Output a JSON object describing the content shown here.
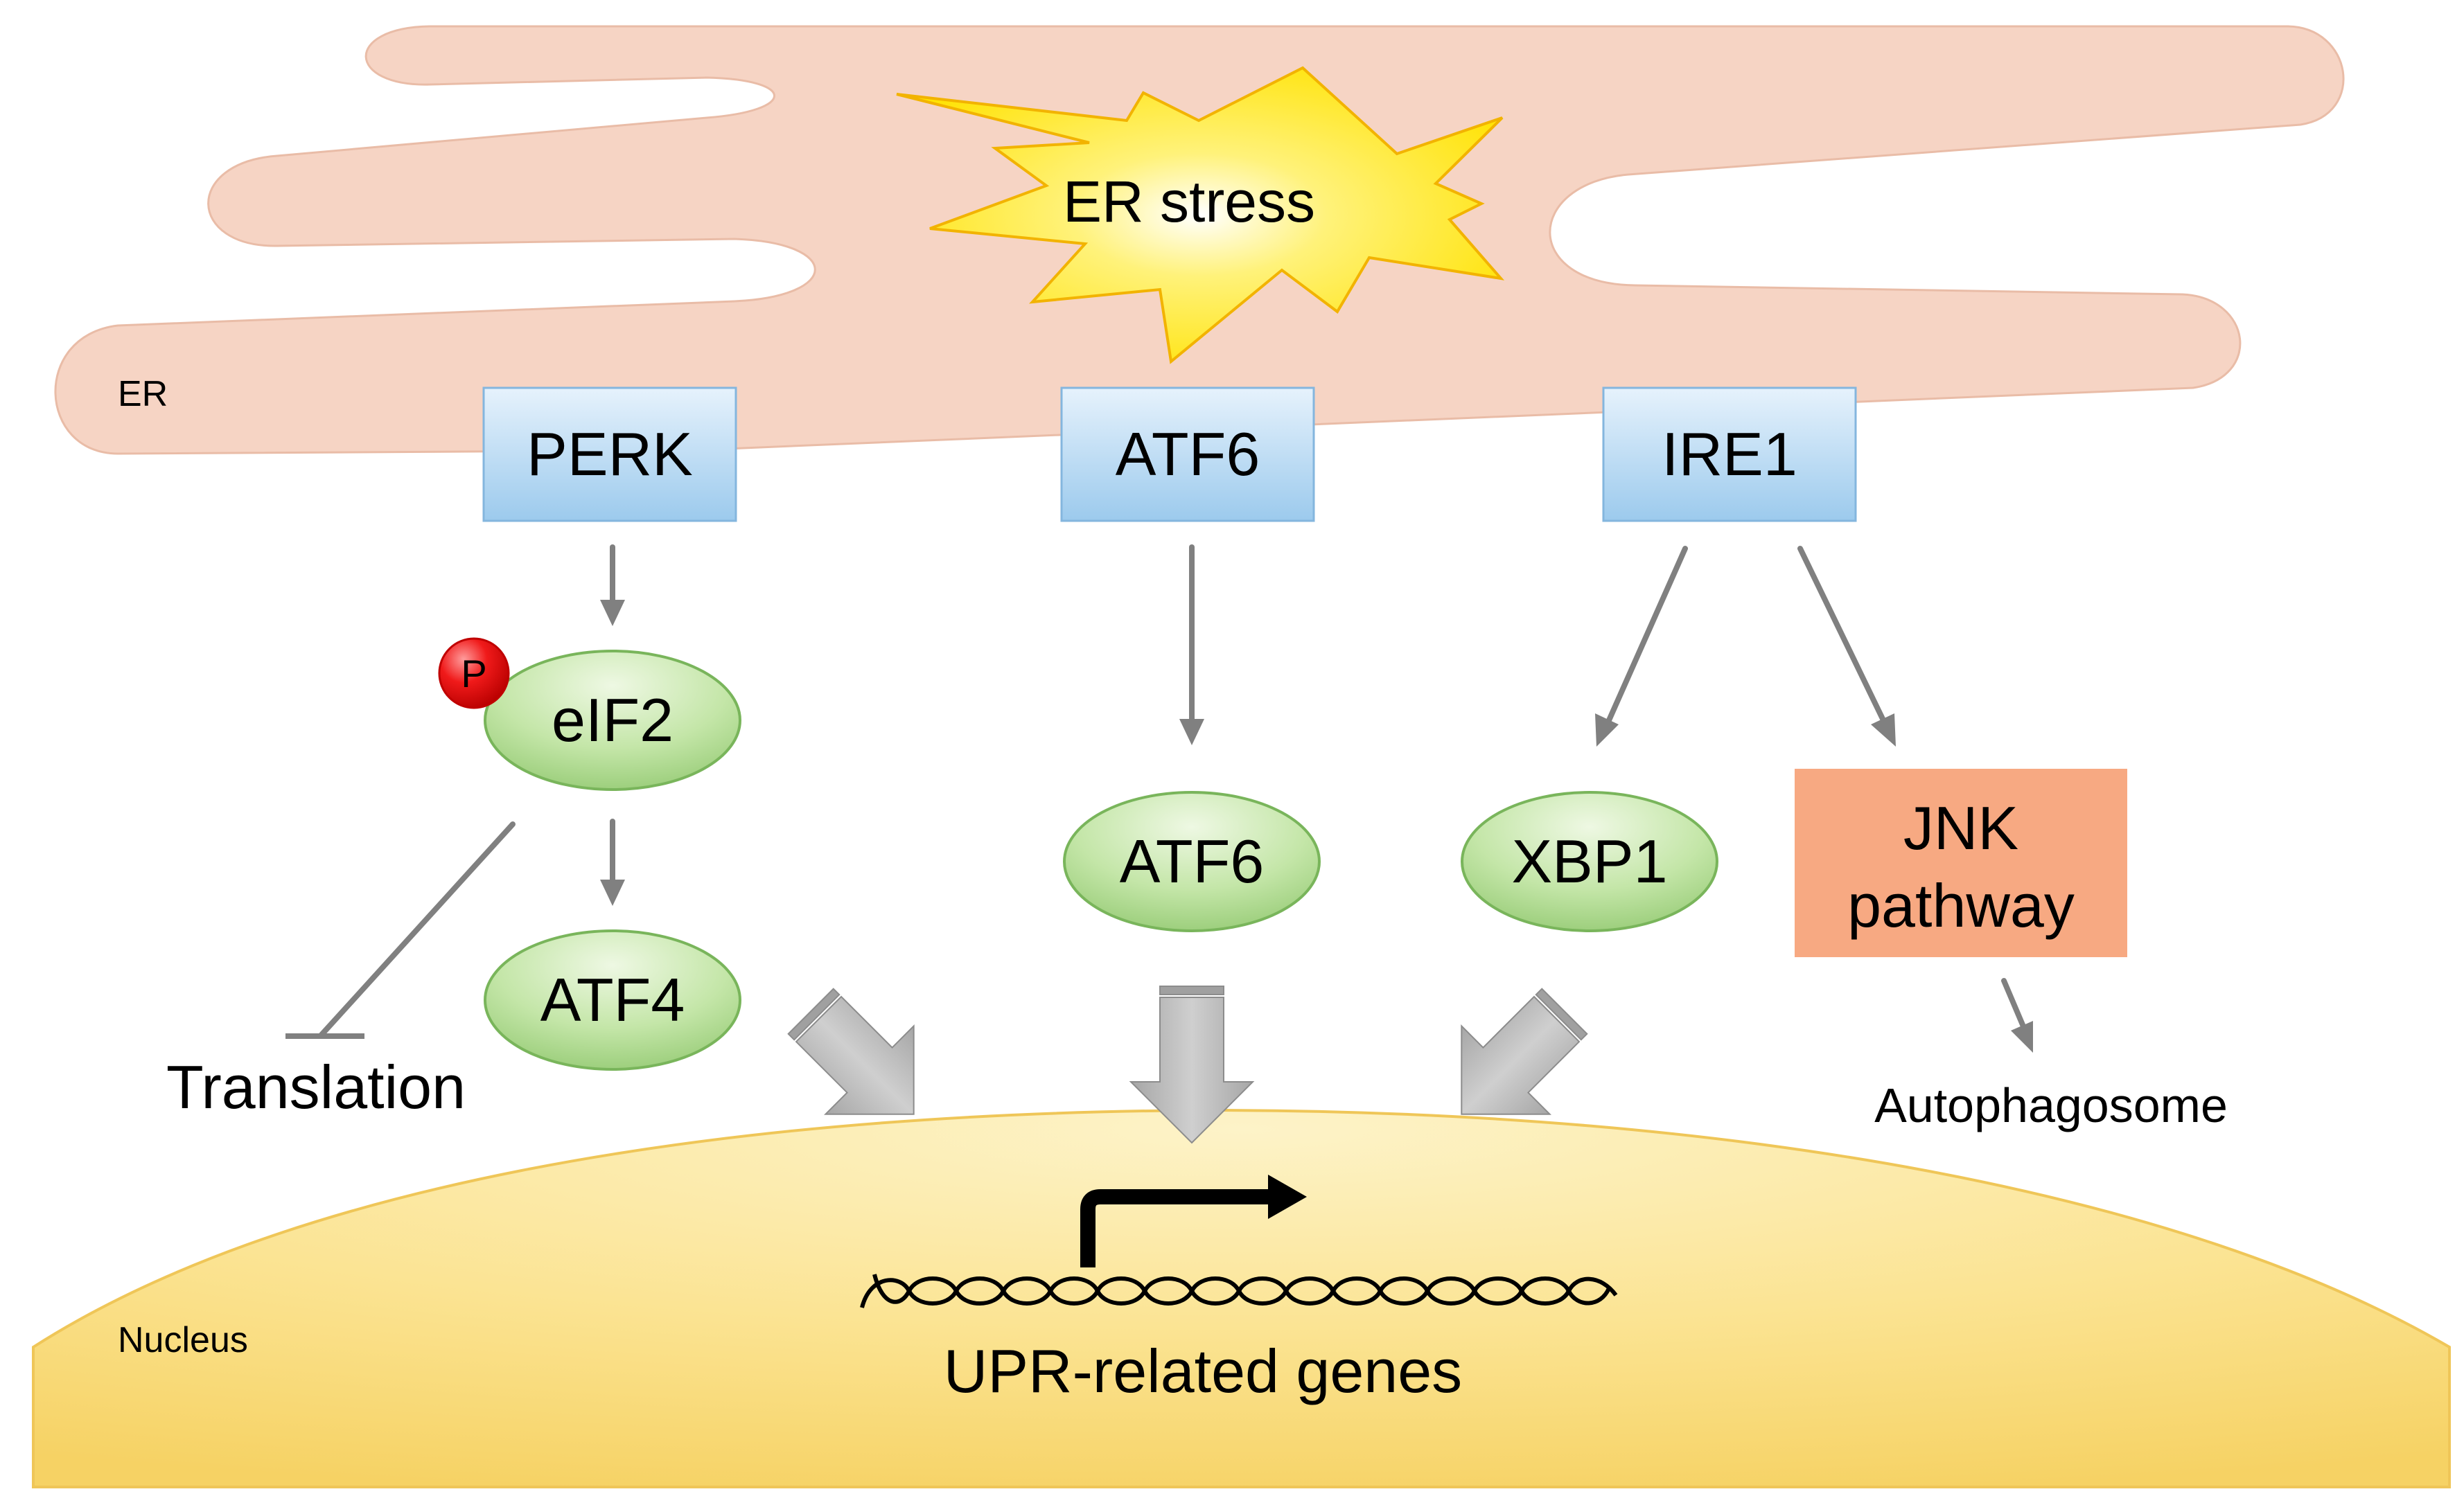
{
  "labels": {
    "er": "ER",
    "nucleus": "Nucleus",
    "er_stress": "ER stress",
    "translation": "Translation",
    "autophagosome": "Autophagosome",
    "upr_genes": "UPR-related genes",
    "phospho": "P"
  },
  "sensors": {
    "perk": "PERK",
    "atf6": "ATF6",
    "ire1": "IRE1"
  },
  "effectors": {
    "eif2": "eIF2",
    "atf4": "ATF4",
    "atf6": "ATF6",
    "xbp1": "XBP1"
  },
  "jnk": {
    "line1": "JNK",
    "line2": "pathway"
  },
  "colors": {
    "er_membrane": "#f6d4c4",
    "er_edge": "#e7b8a2",
    "nucleus_top": "#fdeeb4",
    "nucleus_bottom": "#f7d66c",
    "nucleus_edge": "#eec650",
    "star_fill": "#ffe500",
    "star_edge": "#f0b000",
    "sensor_top": "#e5f2fc",
    "sensor_bottom": "#9ccaec",
    "sensor_edge": "#82b4dc",
    "ellipse_light": "#e4f4d2",
    "ellipse_dark": "#9ed07e",
    "ellipse_edge": "#78b45a",
    "jnk_fill": "#f7a982",
    "phospho": "#e0000a",
    "arrow_grey": "#808080",
    "block_arrow": "#9d9d9d",
    "tss_arrow": "#000000"
  }
}
